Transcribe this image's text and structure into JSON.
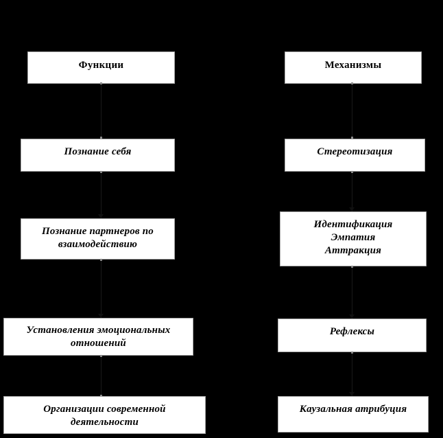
{
  "diagram": {
    "background_color": "#000000",
    "node_fill_color": "#ffffff",
    "node_border_color": "#a8a8a8",
    "text_color": "#000000",
    "columns": [
      {
        "id": "functions",
        "header": "Функции",
        "nodes": [
          {
            "id": "poznanie-sebya",
            "label": "Познание себя"
          },
          {
            "id": "poznanie-partnerov",
            "label": "Познание партнеров по\nвзаимодействию"
          },
          {
            "id": "ustanovleniya-emotsionalnykh",
            "label": "Установления  эмоциональных\nотношений"
          },
          {
            "id": "organizatsii-sovremennoy",
            "label": "Организации современной\nдеятельности"
          }
        ]
      },
      {
        "id": "mechanisms",
        "header": "Механизмы",
        "nodes": [
          {
            "id": "stereotizatsiya",
            "label": "Стереотизация"
          },
          {
            "id": "identifikatsiya",
            "label": "Идентификация\nЭмпатия\nАттракция"
          },
          {
            "id": "refleksy",
            "label": "Рефлексы"
          },
          {
            "id": "kauzalnaya-atributsiya",
            "label": "Каузальная атрибуция"
          }
        ]
      }
    ]
  }
}
